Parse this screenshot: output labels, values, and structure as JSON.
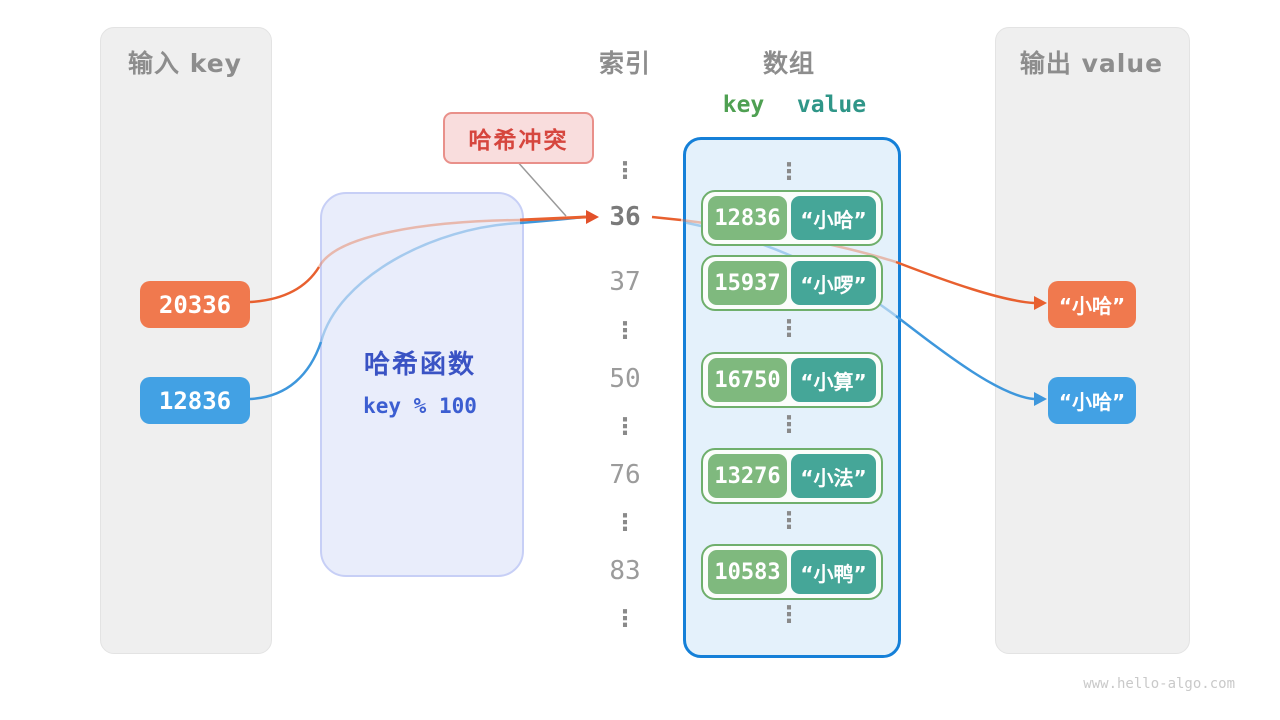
{
  "colors": {
    "orange": "#F0794E",
    "blue": "#42A1E4",
    "line_orange": "#E8602F",
    "key_green": "#7FB97E",
    "value_teal": "#45A698",
    "array_border_blue": "#1580D8",
    "hash_text_blue": "#3A53C4",
    "collision_red": "#D6463E",
    "title_gray": "#8D8D8D"
  },
  "glyphs": {
    "ellipsis": "⋮"
  },
  "input_panel": {
    "title": "输入 key",
    "keys": [
      "20336",
      "12836"
    ]
  },
  "hash_box": {
    "title": "哈希函数",
    "formula": "key % 100"
  },
  "collision_label": {
    "text": "哈希冲突"
  },
  "index_column": {
    "title": "索引",
    "values": [
      "36",
      "37",
      "50",
      "76",
      "83"
    ],
    "highlighted": "36"
  },
  "array_panel": {
    "title": "数组",
    "headers": {
      "key": "key",
      "value": "value"
    },
    "pairs": [
      {
        "key": "12836",
        "value": "“小哈”"
      },
      {
        "key": "15937",
        "value": "“小啰”"
      },
      {
        "key": "16750",
        "value": "“小算”"
      },
      {
        "key": "13276",
        "value": "“小法”"
      },
      {
        "key": "10583",
        "value": "“小鸭”"
      }
    ]
  },
  "output_panel": {
    "title": "输出 value",
    "values": [
      "“小哈”",
      "“小哈”"
    ]
  },
  "footer": {
    "watermark": "www.hello-algo.com"
  }
}
